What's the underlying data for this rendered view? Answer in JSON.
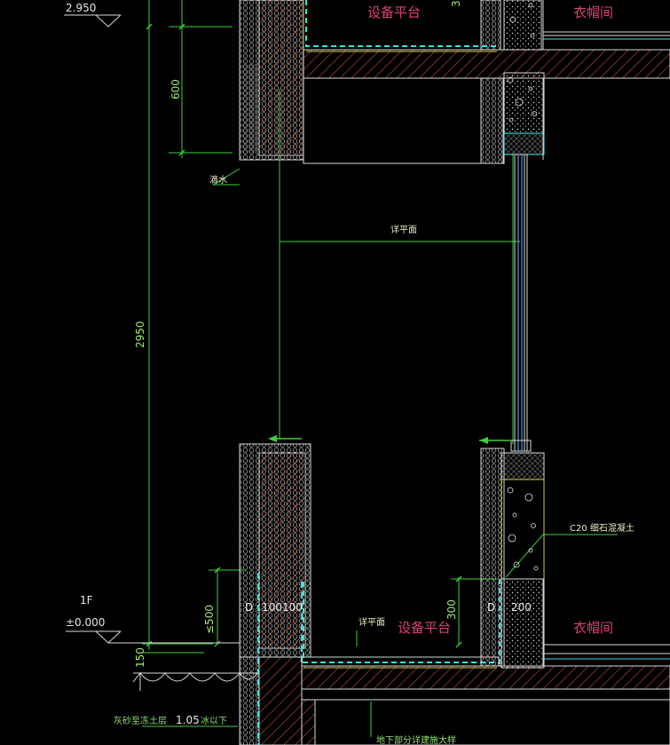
{
  "levels": {
    "top_elevation": "2.950",
    "floor_name": "1F",
    "floor_elevation": "±0.000"
  },
  "dimensions": {
    "upper_600": "600",
    "height_2950": "2950",
    "sill_500": "≤500",
    "platform_300": "300",
    "slab_150": "150",
    "wall_100_a": "100",
    "wall_100_b": "100",
    "wall_200": "200",
    "top_3": "3"
  },
  "rooms": {
    "equipment_top": "设备平台",
    "cloakroom_top": "衣帽间",
    "equipment_bottom": "设备平台",
    "cloakroom_bottom": "衣帽间"
  },
  "notes": {
    "drip": "滴水",
    "plan_ref_top": "详平面",
    "plan_ref_bottom": "详平面",
    "concrete": "C20 细石混凝土",
    "backfill": "灰砂至冻土层",
    "frost_depth": "1.05",
    "frost_note": "冰以下",
    "bottom_note": "地下部分详建施大样",
    "wall_mark_left": "D",
    "wall_mark_right": "D"
  },
  "colors": {
    "wall_outline": "#d8d8d8",
    "hatch_red": "#c0503a",
    "dim_green": "#3ccf3c",
    "text_green": "#9fe870",
    "cyan": "#40e0e0",
    "yellow": "#d4c84a",
    "magenta": "#e0407a",
    "window_blue": "#6ab0ff"
  }
}
